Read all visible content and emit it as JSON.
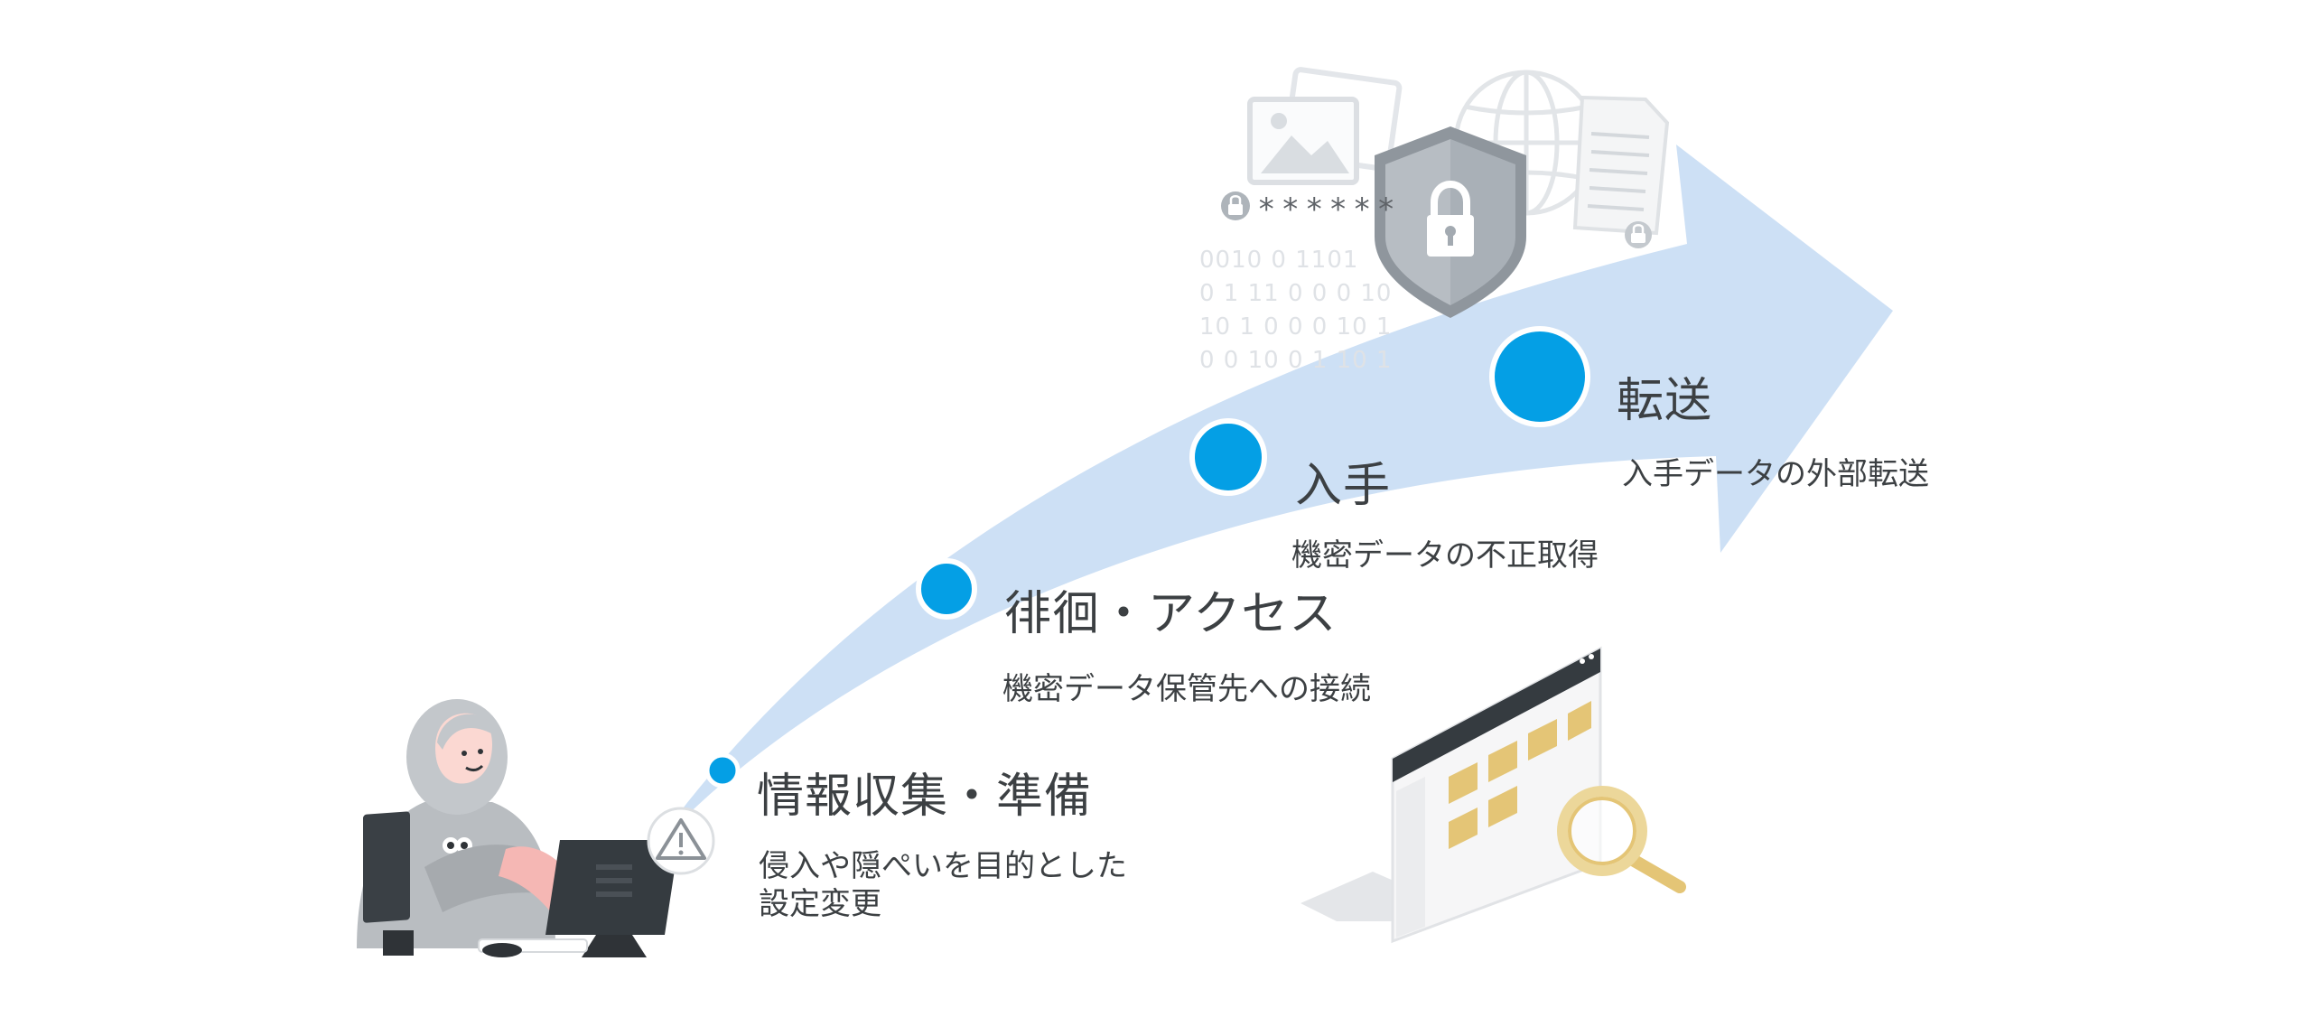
{
  "steps": [
    {
      "title": "情報収集・準備",
      "desc_line1": "侵入や隠ぺいを目的とした",
      "desc_line2": "設定変更"
    },
    {
      "title": "徘徊・アクセス",
      "desc_line1": "機密データ保管先への接続"
    },
    {
      "title": "入手",
      "desc_line1": "機密データの不正取得"
    },
    {
      "title": "転送",
      "desc_line1": "入手データの外部転送"
    }
  ],
  "decor": {
    "password": "******",
    "binary": [
      "0010 0 1101",
      "0 1 11 0 0 0 10",
      "10 1 0 0 0 10 1",
      "0 0 10 0 1 10 1"
    ]
  },
  "colors": {
    "arrow": "#cde0f5",
    "node": "#049fe5",
    "text": "#3c4043"
  },
  "icons": [
    "hacker-illustration",
    "warning-icon",
    "image-icon",
    "globe-icon",
    "shield-lock-icon",
    "document-icon",
    "lock-icon",
    "folder-browser-illustration",
    "magnifier-icon"
  ]
}
